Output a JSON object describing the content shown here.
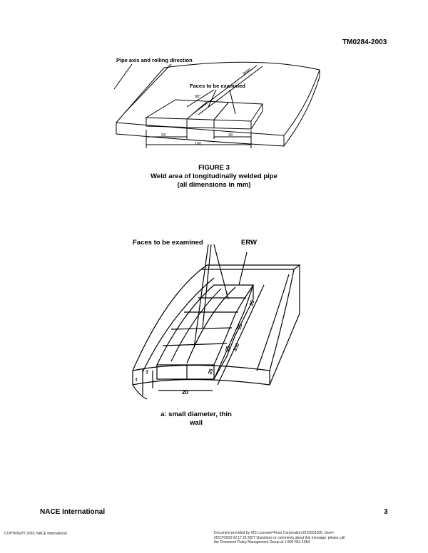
{
  "header": {
    "doc_id": "TM0284-2003"
  },
  "figure3": {
    "label_axis": "Pipe axis and rolling direction",
    "label_faces": "Faces to be examined",
    "dim_weld": "Weld",
    "dim_angle": "90°",
    "dim_left": "33",
    "dim_right": "33",
    "dim_total": "100",
    "title": "FIGURE 3",
    "subtitle": "Weld area of longitudinally welded pipe",
    "units": "(all dimensions in mm)"
  },
  "figure_a": {
    "label_faces": "Faces to be examined",
    "label_erw": "ERW",
    "dim_25_a": "25",
    "dim_25_b": "25",
    "dim_25_c": "25",
    "dim_25_d": "25",
    "dim_100": "100",
    "dim_T": "T",
    "dim_t": "t",
    "dim_20": "20",
    "caption_line1": "a: small diameter, thin",
    "caption_line2": "wall"
  },
  "footer": {
    "org": "NACE International",
    "page": "3",
    "copyright": "COPYRIGHT 2003; NACE International",
    "provided_line1": "Document provided by IHS Licensee=Fluor Corporation/2110503105, User=,",
    "provided_line2": "05/27/2003 02:17:21 MDT Questions or comments about this message: please call",
    "provided_line3": "the Document Policy Management Group at 1-800-451-1584."
  }
}
